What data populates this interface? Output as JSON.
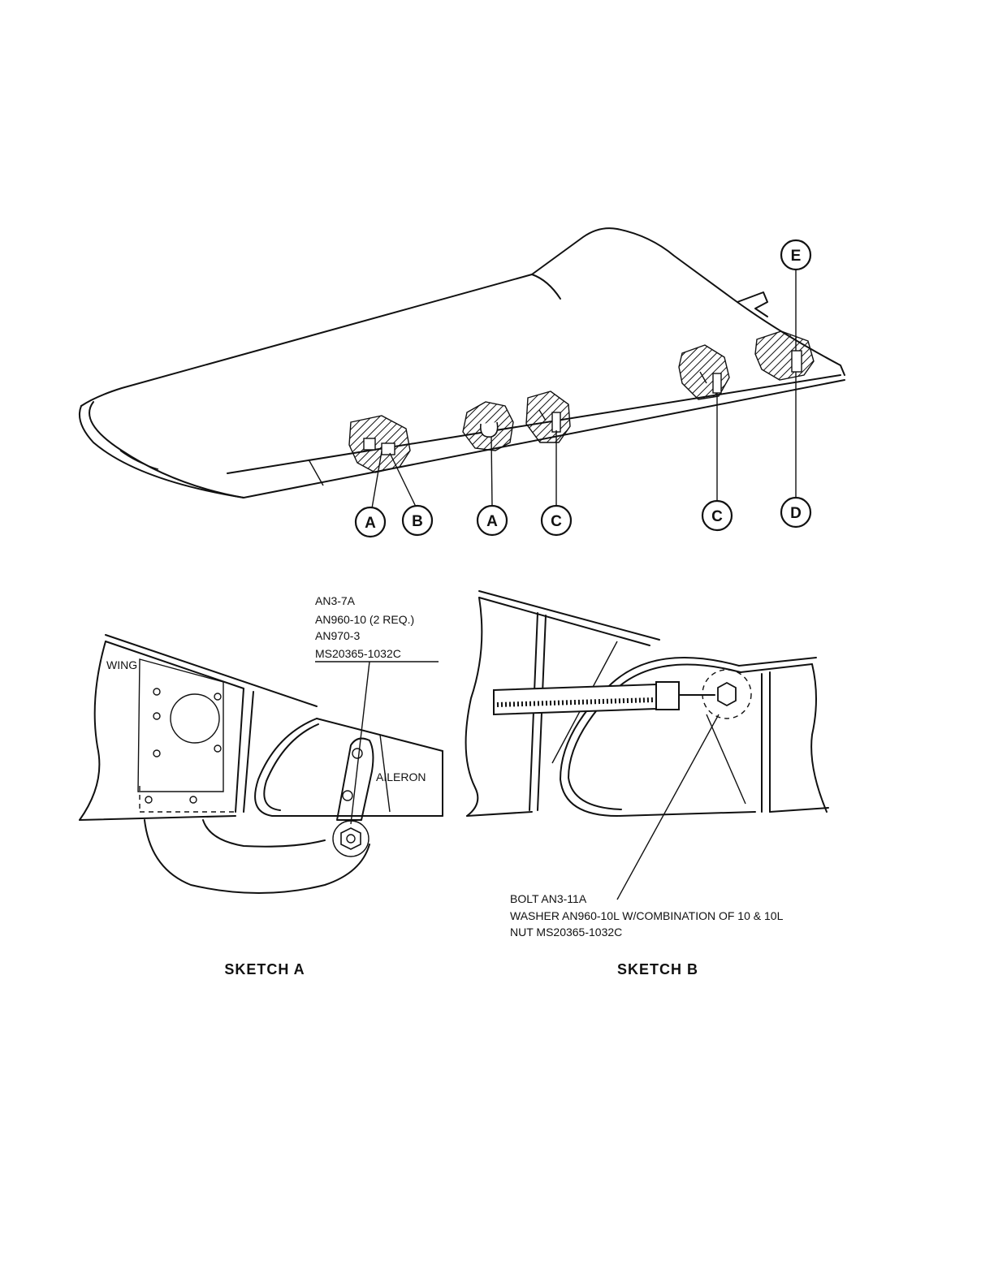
{
  "callouts": {
    "a1": "A",
    "b": "B",
    "a2": "A",
    "c1": "C",
    "c2": "C",
    "d": "D",
    "e": "E"
  },
  "sketch_a": {
    "caption": "SKETCH A",
    "wing_label": "WING",
    "aileron_label": "AILERON",
    "parts": [
      "AN3-7A",
      "AN960-10 (2 REQ.)",
      "AN970-3",
      "MS20365-1032C"
    ]
  },
  "sketch_b": {
    "caption": "SKETCH B",
    "parts": [
      "BOLT AN3-11A",
      "WASHER AN960-10L W/COMBINATION OF 10 & 10L",
      "NUT MS20365-1032C"
    ]
  }
}
